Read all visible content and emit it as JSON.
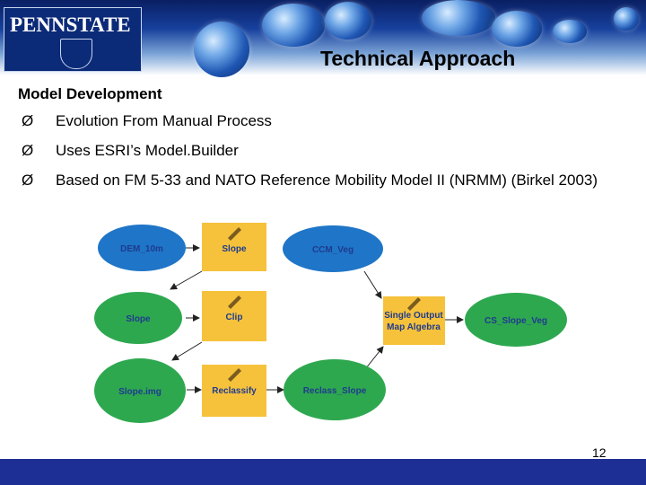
{
  "header": {
    "logo_text": "PENNSTATE",
    "title": "Technical Approach"
  },
  "section_title": "Model Development",
  "bullets": [
    "Evolution From Manual Process",
    "Uses ESRI’s Model.Builder",
    "Based on FM 5-33 and NATO Reference Mobility Model II (NRMM) (Birkel 2003)"
  ],
  "bullet_symbol": "Ø",
  "diagram": {
    "colors": {
      "data_node": "#2ea84f",
      "tool_node": "#f6c23b",
      "input_node": "#1f75c7",
      "label": "#1f3b8f"
    },
    "nodes": {
      "dem": "DEM_10m",
      "slope_tool": "Slope",
      "ccm_veg": "CCM_Veg",
      "slope_data": "Slope",
      "clip_tool": "Clip",
      "map_algebra_line1": "Single Output",
      "map_algebra_line2": "Map Algebra",
      "cs_slope_veg": "CS_Slope_Veg",
      "slope_img": "Slope.img",
      "reclassify_tool": "Reclassify",
      "reclass_slope": "Reclass_Slope"
    }
  },
  "page_number": "12"
}
